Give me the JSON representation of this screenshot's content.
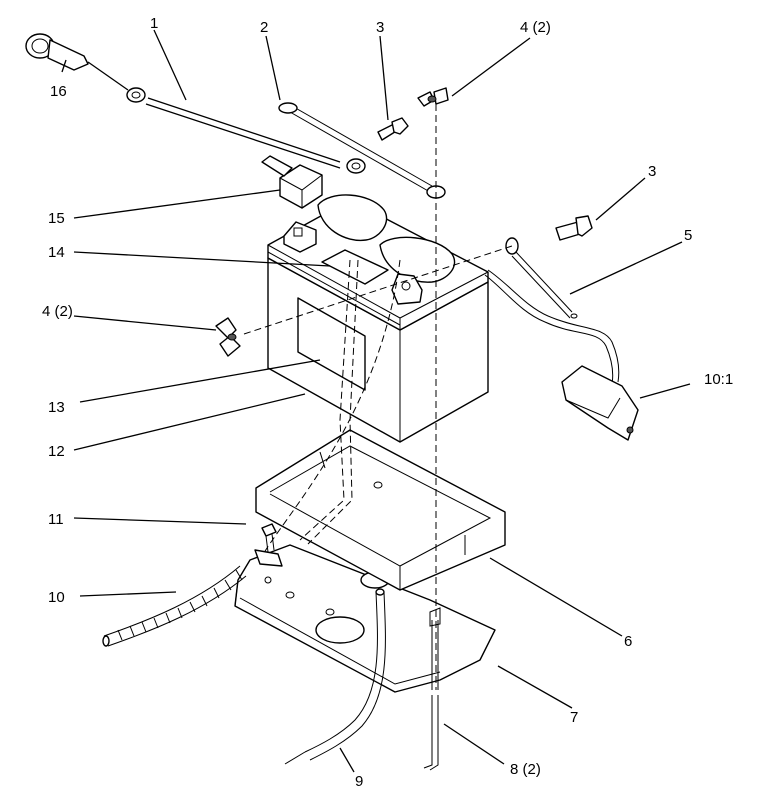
{
  "callouts": {
    "c1": "1",
    "c2": "2",
    "c3a": "3",
    "c3b": "3",
    "c4a": "4 (2)",
    "c4b": "4 (2)",
    "c5": "5",
    "c6": "6",
    "c7": "7",
    "c8": "8 (2)",
    "c9": "9",
    "c10": "10",
    "c10_1": "10:1",
    "c11": "11",
    "c12": "12",
    "c13": "13",
    "c14": "14",
    "c15": "15",
    "c16": "16"
  }
}
